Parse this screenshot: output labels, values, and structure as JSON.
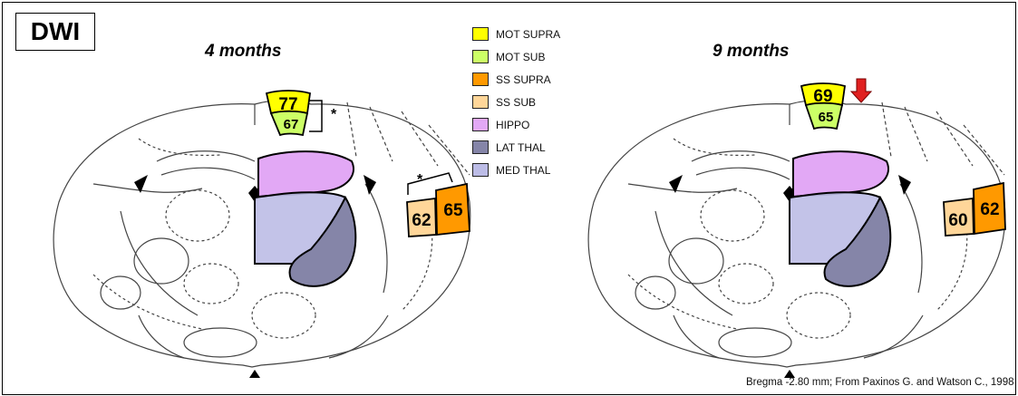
{
  "badge": "DWI",
  "panels": [
    {
      "title": "4 months",
      "mot_supra": "77",
      "mot_sub": "67",
      "ss_sub": "62",
      "ss_supra": "65",
      "star1": "*",
      "star2": "*"
    },
    {
      "title": "9 months",
      "mot_supra": "69",
      "mot_sub": "65",
      "ss_sub": "60",
      "ss_supra": "62"
    }
  ],
  "legend": [
    {
      "label": "MOT SUPRA",
      "color": "#ffff00"
    },
    {
      "label": "MOT SUB",
      "color": "#ccff66"
    },
    {
      "label": "SS SUPRA",
      "color": "#ff9900"
    },
    {
      "label": "SS SUB",
      "color": "#ffd699"
    },
    {
      "label": "HIPPO",
      "color": "#e2a8f5"
    },
    {
      "label": "LAT THAL",
      "color": "#8585a8"
    },
    {
      "label": "MED THAL",
      "color": "#bcbce6"
    }
  ],
  "caption": "Bregma -2.80 mm;   From  Paxinos G. and Watson C., 1998",
  "colors": {
    "arrow": "#e02020",
    "outline": "#000000"
  }
}
